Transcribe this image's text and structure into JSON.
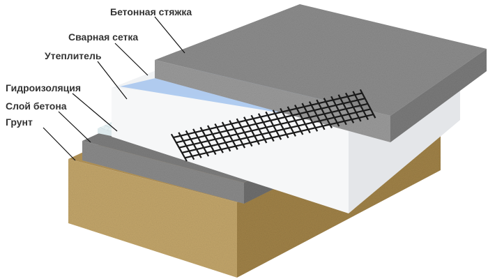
{
  "layers": [
    {
      "id": "screed",
      "label": "Бетонная стяжка",
      "color": "#8c8c8c"
    },
    {
      "id": "mesh",
      "label": "Сварная сетка",
      "color": "#1a1a1a"
    },
    {
      "id": "insulation",
      "label": "Утеплитель",
      "color": "#f4f5f6"
    },
    {
      "id": "waterproofing",
      "label": "Гидроизоляция",
      "color": "#e6f0f2"
    },
    {
      "id": "concrete",
      "label": "Слой бетона",
      "color": "#7d7d7d"
    },
    {
      "id": "soil",
      "label": "Грунт",
      "color": "#c2a56a"
    }
  ],
  "colors": {
    "text": "#333333",
    "leader": "#111111",
    "film": "#a9c7ee"
  }
}
